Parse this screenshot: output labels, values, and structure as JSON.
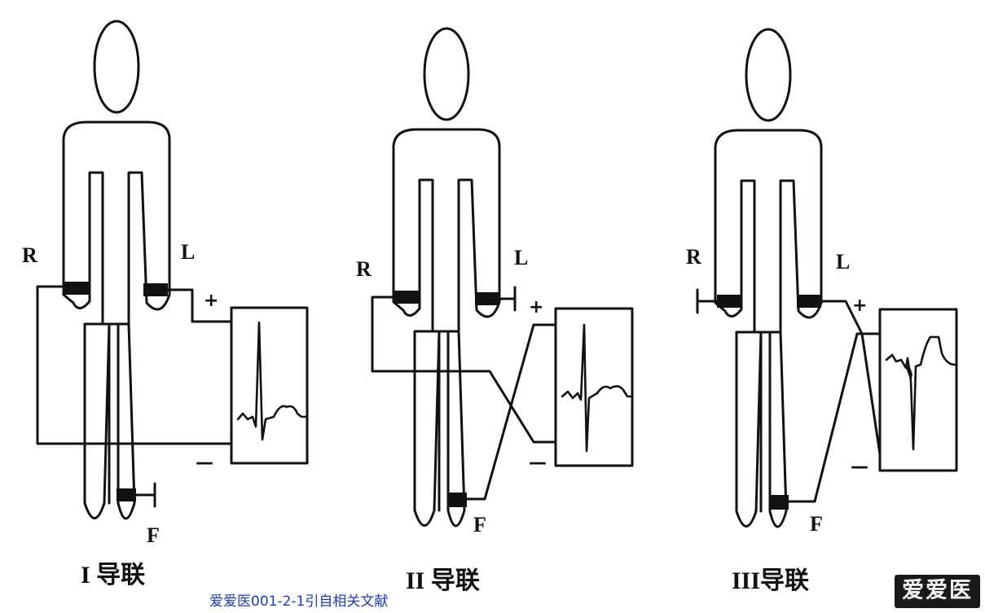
{
  "labels": {
    "right_arm": "R",
    "left_arm": "L",
    "left_foot": "F",
    "positive": "+",
    "negative": "—"
  },
  "captions": {
    "lead_1": "I 导联",
    "lead_2": "II 导联",
    "lead_3": "III导联"
  },
  "footer": {
    "source_text": "爱爱医001-2-1引自相关文献",
    "watermark": "爱爱医"
  },
  "colors": {
    "ink": "#111111",
    "link": "#1a3cc8",
    "watermark_bg": "#1a1a1a"
  }
}
